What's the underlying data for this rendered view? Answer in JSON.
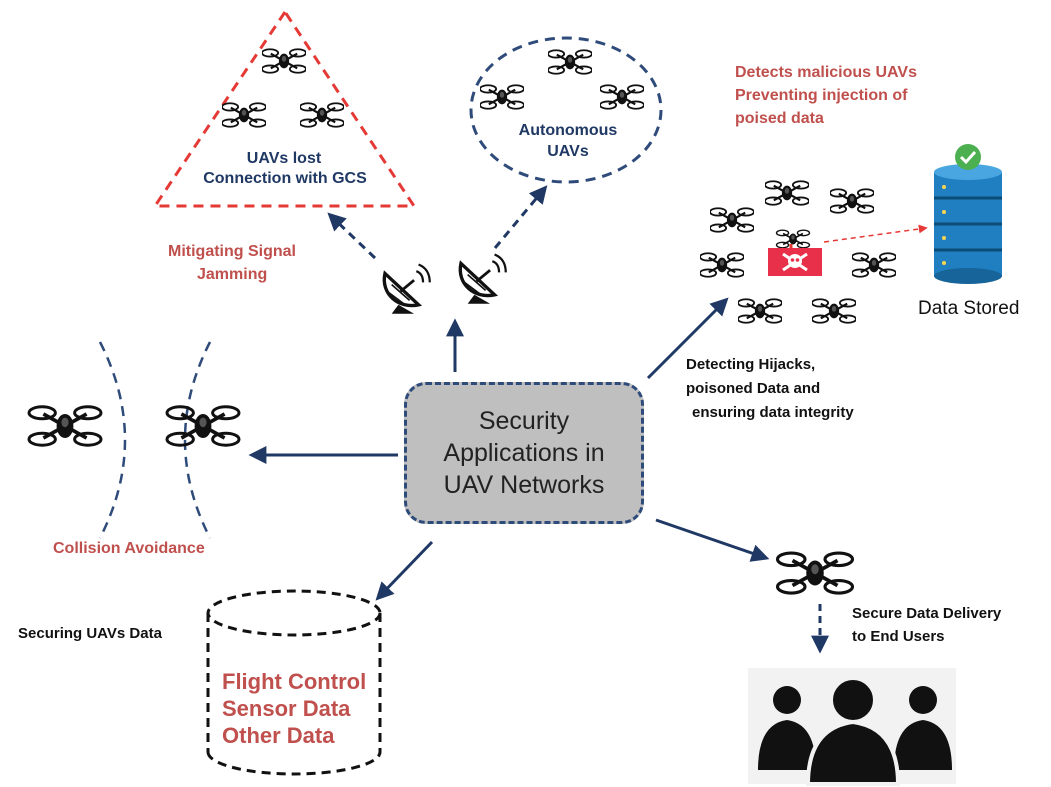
{
  "center": {
    "line1": "Security",
    "line2": "Applications in",
    "line3": "UAV Networks"
  },
  "jamming": {
    "triangle_line1": "UAVs lost",
    "triangle_line2": "Connection with GCS",
    "caption_line1": "Mitigating Signal",
    "caption_line2": "Jamming"
  },
  "autonomous": {
    "line1": "Autonomous",
    "line2": "UAVs"
  },
  "malicious": {
    "line1": "Detects malicious UAVs",
    "line2": "Preventing injection of",
    "line3": "poised data",
    "storage_label": "Data Stored",
    "hijack_line1": "Detecting Hijacks,",
    "hijack_line2": "poisoned  Data and",
    "hijack_line3": "ensuring  data integrity"
  },
  "collision": {
    "label": "Collision Avoidance"
  },
  "data_security": {
    "label": "Securing UAVs Data",
    "items": [
      "Flight Control",
      "Sensor Data",
      "Other Data"
    ]
  },
  "delivery": {
    "line1": "Secure Data Delivery",
    "line2": "to End Users"
  },
  "colors": {
    "red_text": "#c0504d",
    "navy_text": "#1f3864",
    "arrow": "#1f3864",
    "triangle": "#e53935",
    "db_blue": "#1f7fc0",
    "check_green": "#4caf50"
  },
  "icons": [
    "drone-icon",
    "satellite-dish-icon",
    "database-icon",
    "check-icon",
    "skull-icon",
    "users-icon"
  ]
}
